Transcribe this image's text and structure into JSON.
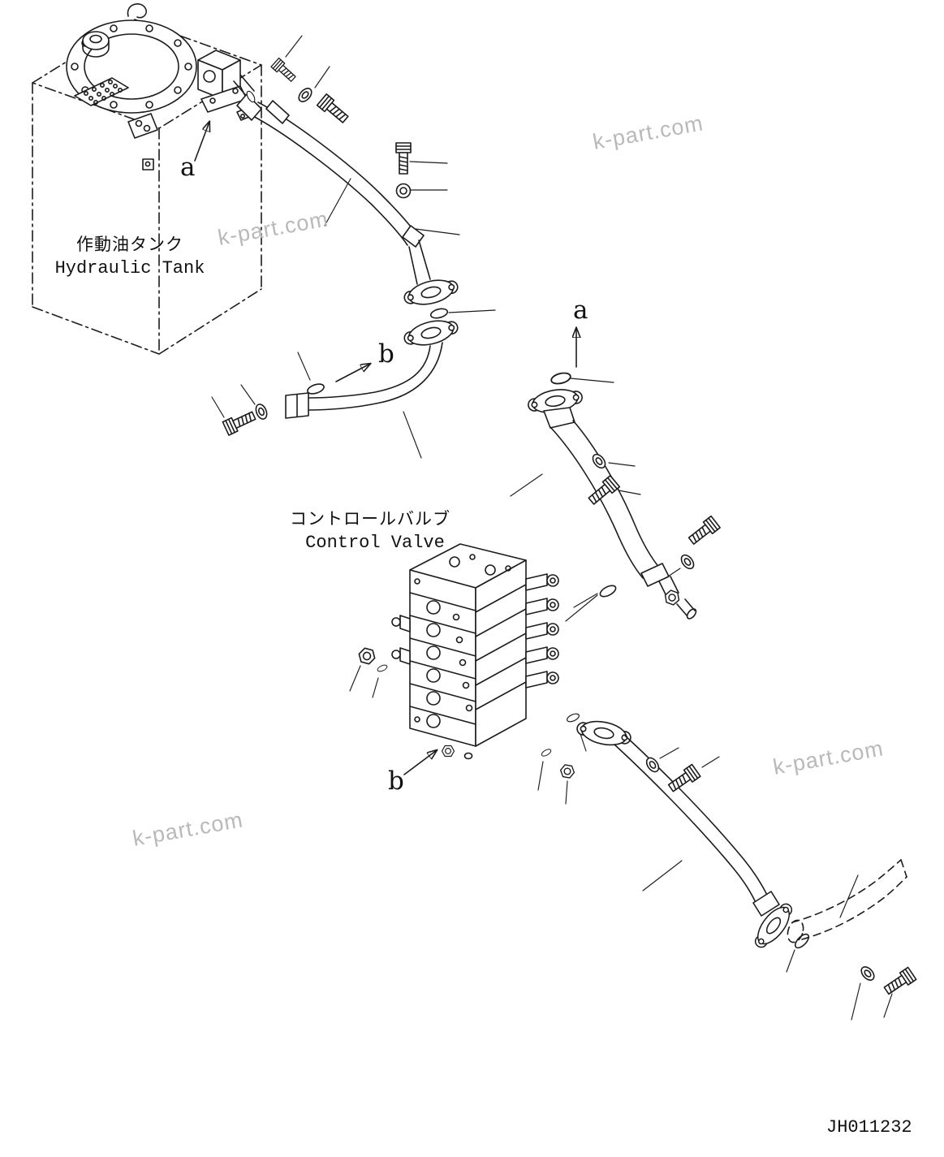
{
  "drawing": {
    "number": "JH011232",
    "background": "#ffffff",
    "line_color": "#1c1c1c",
    "watermark_color": "#b9b9b9"
  },
  "watermark": {
    "text": "k-part.com"
  },
  "labels": {
    "tank_jp": "作動油タンク",
    "tank_en": "Hydraulic Tank",
    "valve_jp": "コントロールバルブ",
    "valve_en": "Control Valve",
    "view_a": "a",
    "view_b": "b"
  }
}
